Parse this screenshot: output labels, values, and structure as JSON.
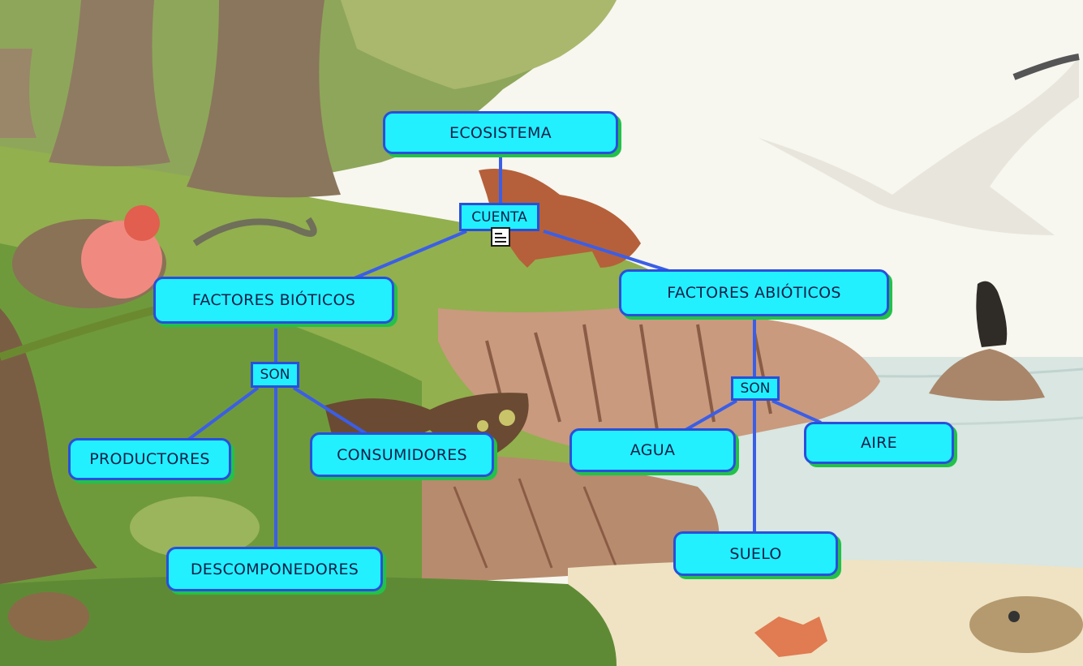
{
  "diagram": {
    "root": "ECOSISTEMA",
    "root_link": "CUENTA",
    "biotic": {
      "label": "FACTORES BIÓTICOS",
      "link": "SON",
      "children": [
        "PRODUCTORES",
        "CONSUMIDORES",
        "DESCOMPONEDORES"
      ]
    },
    "abiotic": {
      "label": "FACTORES ABIÓTICOS",
      "link": "SON",
      "children": [
        "AGUA",
        "AIRE",
        "SUELO"
      ]
    }
  },
  "colors": {
    "node_fill": "#22f0ff",
    "node_border": "#2a4fd8",
    "node_shadow": "#22c24a",
    "connector": "#3b5ee6"
  },
  "icons": [
    "document-icon"
  ]
}
